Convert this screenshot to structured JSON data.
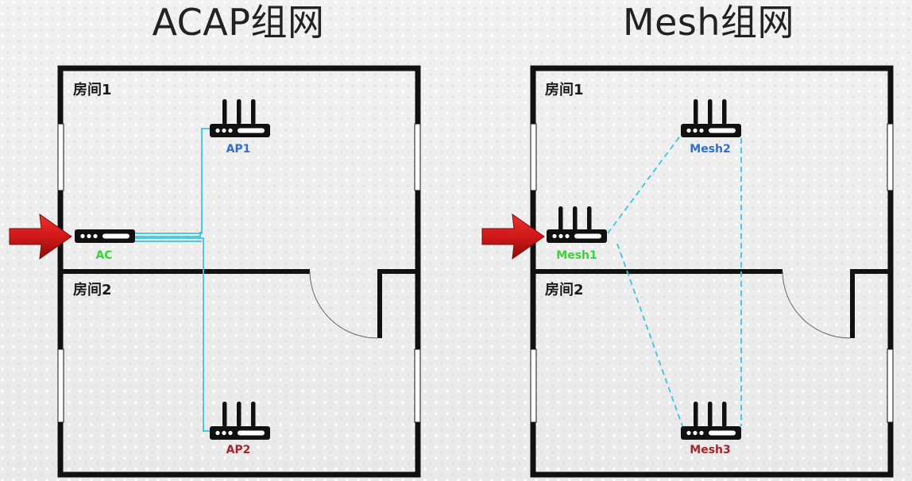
{
  "titles": {
    "left": "ACAP组网",
    "right": "Mesh组网"
  },
  "acap": {
    "rooms": [
      "房间1",
      "房间2"
    ],
    "devices": {
      "ac": "AC",
      "ap1": "AP1",
      "ap2": "AP2"
    }
  },
  "mesh": {
    "rooms": [
      "房间1",
      "房间2"
    ],
    "devices": {
      "mesh1": "Mesh1",
      "mesh2": "Mesh2",
      "mesh3": "Mesh3"
    }
  },
  "colors": {
    "wall": "#111111",
    "wire": "#39c5de",
    "label_green": "#3ad13a",
    "label_blue": "#2f6fcf",
    "label_red": "#a3262c",
    "arrow": "#d41a1a"
  }
}
